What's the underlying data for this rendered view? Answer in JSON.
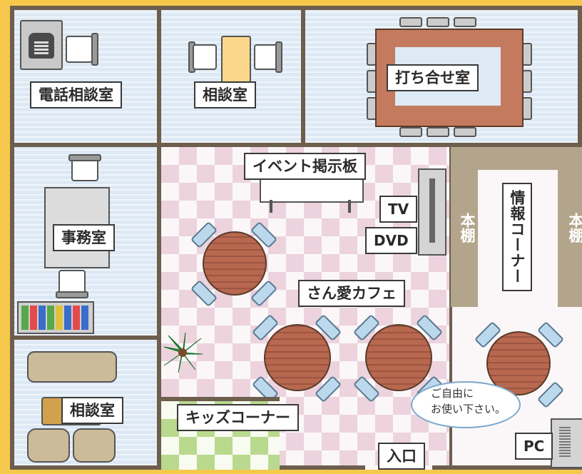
{
  "rooms": {
    "phone_consult": "電話相談室",
    "consult_top": "相談室",
    "meeting": "打ち合せ室",
    "office": "事務室",
    "consult_bottom": "相談室",
    "event_board": "イベント掲示板",
    "cafe": "さん愛カフェ",
    "kids": "キッズコーナー",
    "info_corner": "情報コーナー",
    "entrance": "入口"
  },
  "equipment": {
    "tv": "TV",
    "dvd": "DVD",
    "bookshelf_left": "本棚",
    "bookshelf_right": "本棚",
    "pc": "PC"
  },
  "bubble": {
    "line1": "ご自由に",
    "line2": "お使い下さい。"
  },
  "colors": {
    "background": "#f6c94c",
    "wall": "#6d5e4e",
    "room_floor": "#dde9f4",
    "cafe_floor_pink": "#ecd3dd",
    "kids_floor_green": "#b9d98e",
    "table_wood": "#b8684f",
    "shelf": "#b3a58c"
  }
}
